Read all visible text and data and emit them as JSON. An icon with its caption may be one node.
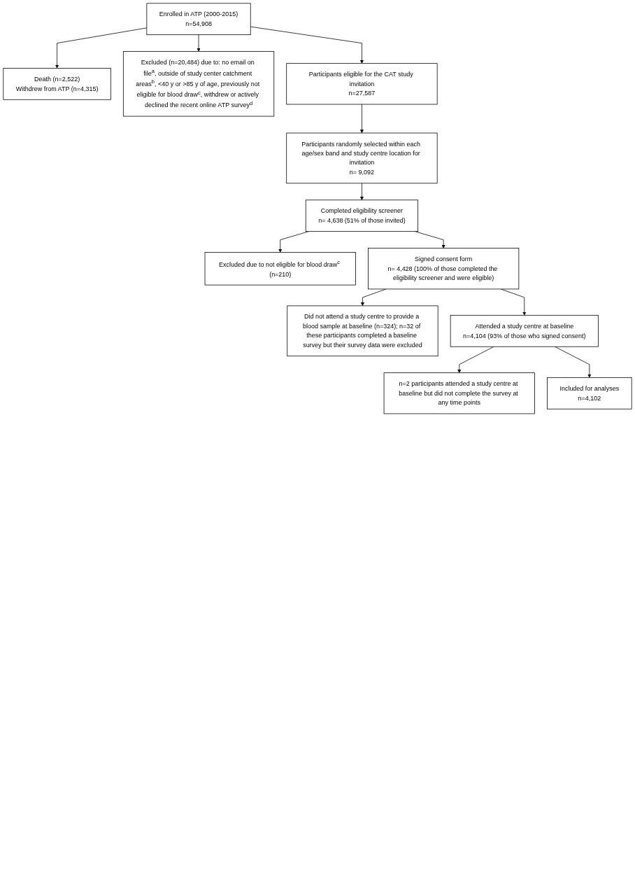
{
  "diagram": {
    "nodes": [
      {
        "text": [
          "Enrolled in ATP (2000-2015)",
          "n=54,908"
        ]
      },
      {
        "text": [
          "Death (n=2,522)",
          "Withdrew from ATP (n=4,315)"
        ]
      },
      {
        "text": [
          "Excluded (n=20,484) due to: no email on file$^{a}$, outside of study center catchment areas$^{b}$, <40 y or >85 y of age, previously not eligible for blood draw$^{c}$, withdrew or actively declined the recent online ATP survey$^{d}$"
        ]
      },
      {
        "text": [
          "Participants eligible for the CAT study invitation",
          "n=27,587"
        ]
      },
      {
        "text": [
          "Participants randomly selected within each age/sex band and study centre location for invitation",
          "n= 9,092"
        ]
      },
      {
        "text": [
          "Completed eligibility screener",
          "n= 4,638 (51% of those invited)"
        ]
      },
      {
        "text": [
          "Excluded due to not eligible for blood draw$^{c}$ (n=210)"
        ]
      },
      {
        "text": [
          "Signed consent form",
          "n= 4,428 (100% of those completed the eligibility screener and were eligible)"
        ]
      },
      {
        "text": [
          "Did not attend a study centre to provide a blood sample at baseline (n=324); n=32 of these participants completed a baseline survey but their survey data were excluded"
        ]
      },
      {
        "text": [
          "Attended a study centre at baseline",
          "n=4,104 (93% of those who signed consent)"
        ]
      },
      {
        "text": [
          "n=2 participants attended a study centre at baseline but did not complete the survey at any time points"
        ]
      },
      {
        "text": [
          "Included for analyses",
          "n=4,102"
        ]
      }
    ],
    "edges": [
      {
        "from": 0,
        "to": 1,
        "arrow": "to"
      },
      {
        "from": 0,
        "to": 2,
        "arrow": "to"
      },
      {
        "from": 0,
        "to": 3,
        "arrow": "to"
      },
      {
        "from": 3,
        "to": 4,
        "arrow": "to"
      },
      {
        "from": 4,
        "to": 5,
        "arrow": "to"
      },
      {
        "from": 5,
        "to": 6,
        "arrow": "to"
      },
      {
        "from": 5,
        "to": 7,
        "arrow": "to"
      },
      {
        "from": 7,
        "to": 8,
        "arrow": "to"
      },
      {
        "from": 7,
        "to": 9,
        "arrow": "to"
      },
      {
        "from": 9,
        "to": 10,
        "arrow": "to"
      },
      {
        "from": 9,
        "to": 11,
        "arrow": "to"
      }
    ]
  }
}
